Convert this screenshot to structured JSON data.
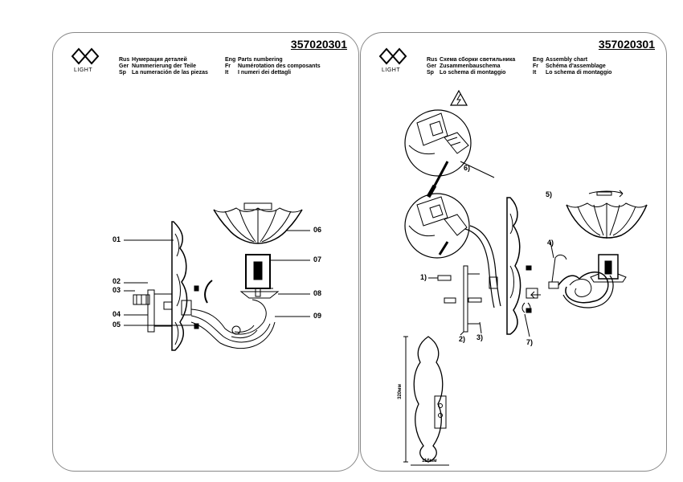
{
  "left_page": {
    "code": "357020301",
    "logo_text": "LIGHT",
    "headings": [
      {
        "lang": "Rus",
        "text": "Нумерация деталей"
      },
      {
        "lang": "Ger",
        "text": "Nummerierung der Teile"
      },
      {
        "lang": "Sp",
        "text": "La numeración de las piezas"
      },
      {
        "lang": "Eng",
        "text": "Parts numbering"
      },
      {
        "lang": "Fr",
        "text": "Numérotation des composants"
      },
      {
        "lang": "It",
        "text": "I numeri dei dettagli"
      }
    ],
    "labels": {
      "p01": "01",
      "p02": "02",
      "p03": "03",
      "p04": "04",
      "p05": "05",
      "p06": "06",
      "p07": "07",
      "p08": "08",
      "p09": "09"
    }
  },
  "right_page": {
    "code": "357020301",
    "logo_text": "LIGHT",
    "headings": [
      {
        "lang": "Rus",
        "text": "Схема сборки светильника"
      },
      {
        "lang": "Ger",
        "text": "Zusammenbauschema"
      },
      {
        "lang": "Sp",
        "text": "Lo schema di montaggio"
      },
      {
        "lang": "Eng",
        "text": "Assembly chart"
      },
      {
        "lang": "Fr",
        "text": "Schéma d'assemblage"
      },
      {
        "lang": "It",
        "text": "Lo schema di montaggio"
      }
    ],
    "steps": {
      "s1": "1)",
      "s2": "2)",
      "s3": "3)",
      "s4": "4)",
      "s5": "5)",
      "s6": "6)",
      "s7": "7)"
    },
    "dimensions": {
      "height": "320мм",
      "width": "116мм"
    }
  }
}
